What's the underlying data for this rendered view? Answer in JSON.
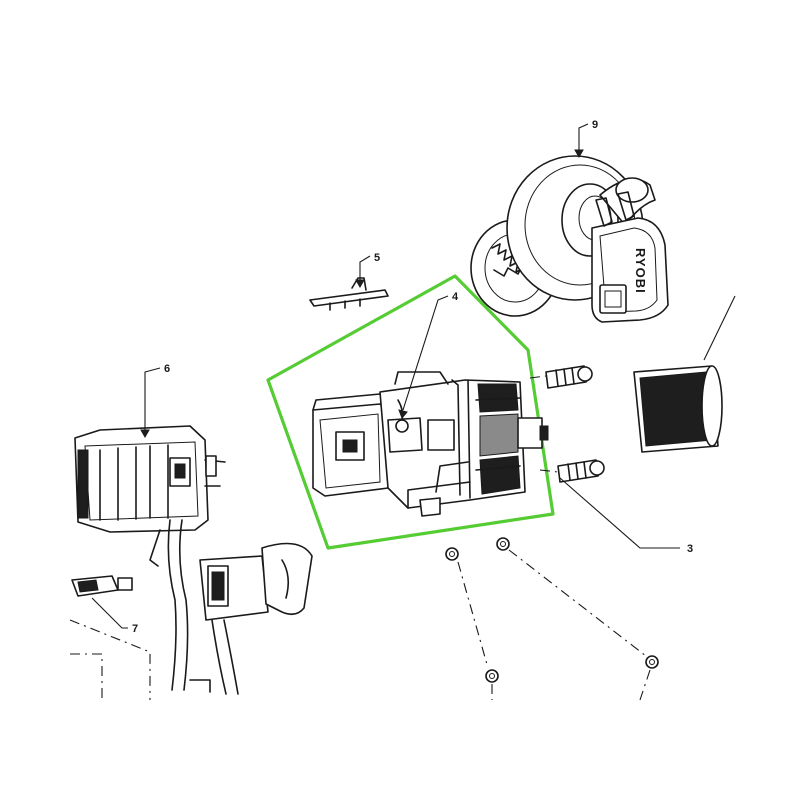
{
  "callouts": {
    "c3": "3",
    "c4": "4",
    "c5": "5",
    "c6": "6",
    "c7": "7",
    "c9": "9"
  },
  "brand_text": "RYOBI",
  "highlight_color": "#55cc33",
  "line_color": "#1a1a1a",
  "icons": [
    "motor-assembly-icon",
    "gearbox-icon",
    "chuck-icon",
    "trigger-switch-icon",
    "battery-terminal-icon"
  ]
}
